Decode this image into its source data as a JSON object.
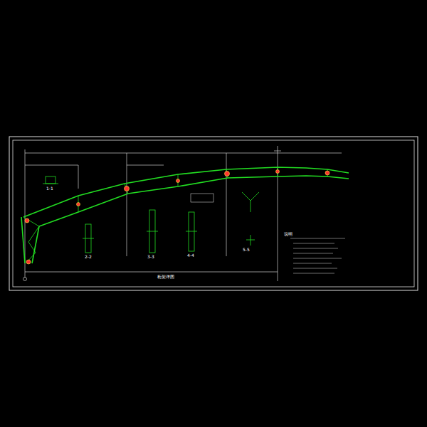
{
  "diagram": {
    "labels": [
      "1-1",
      "2-2",
      "3-3",
      "4-4",
      "5-5",
      "桁架详图",
      "说明"
    ]
  }
}
